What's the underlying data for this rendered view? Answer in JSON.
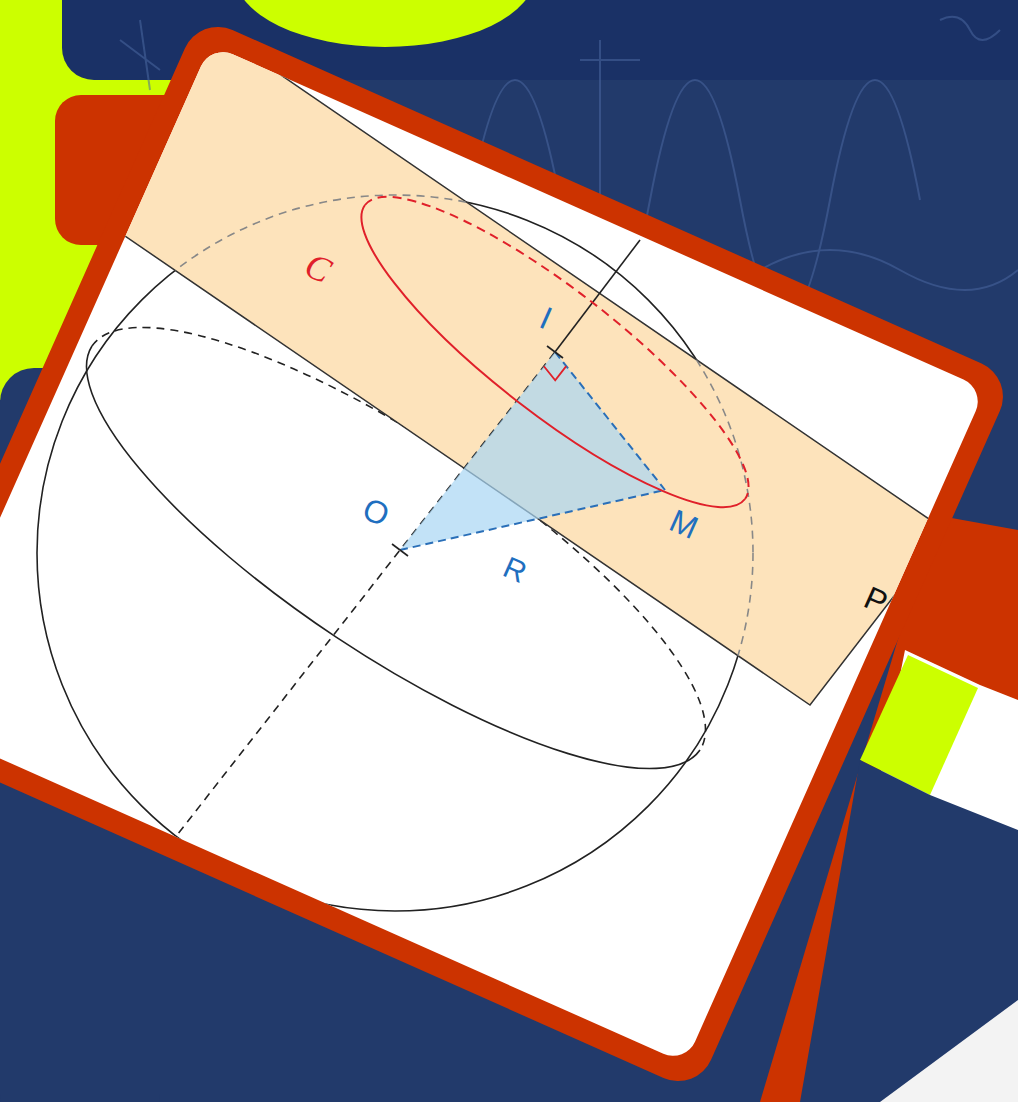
{
  "diagram": {
    "labels": [
      "C",
      "I",
      "O",
      "M",
      "R",
      "P"
    ]
  }
}
